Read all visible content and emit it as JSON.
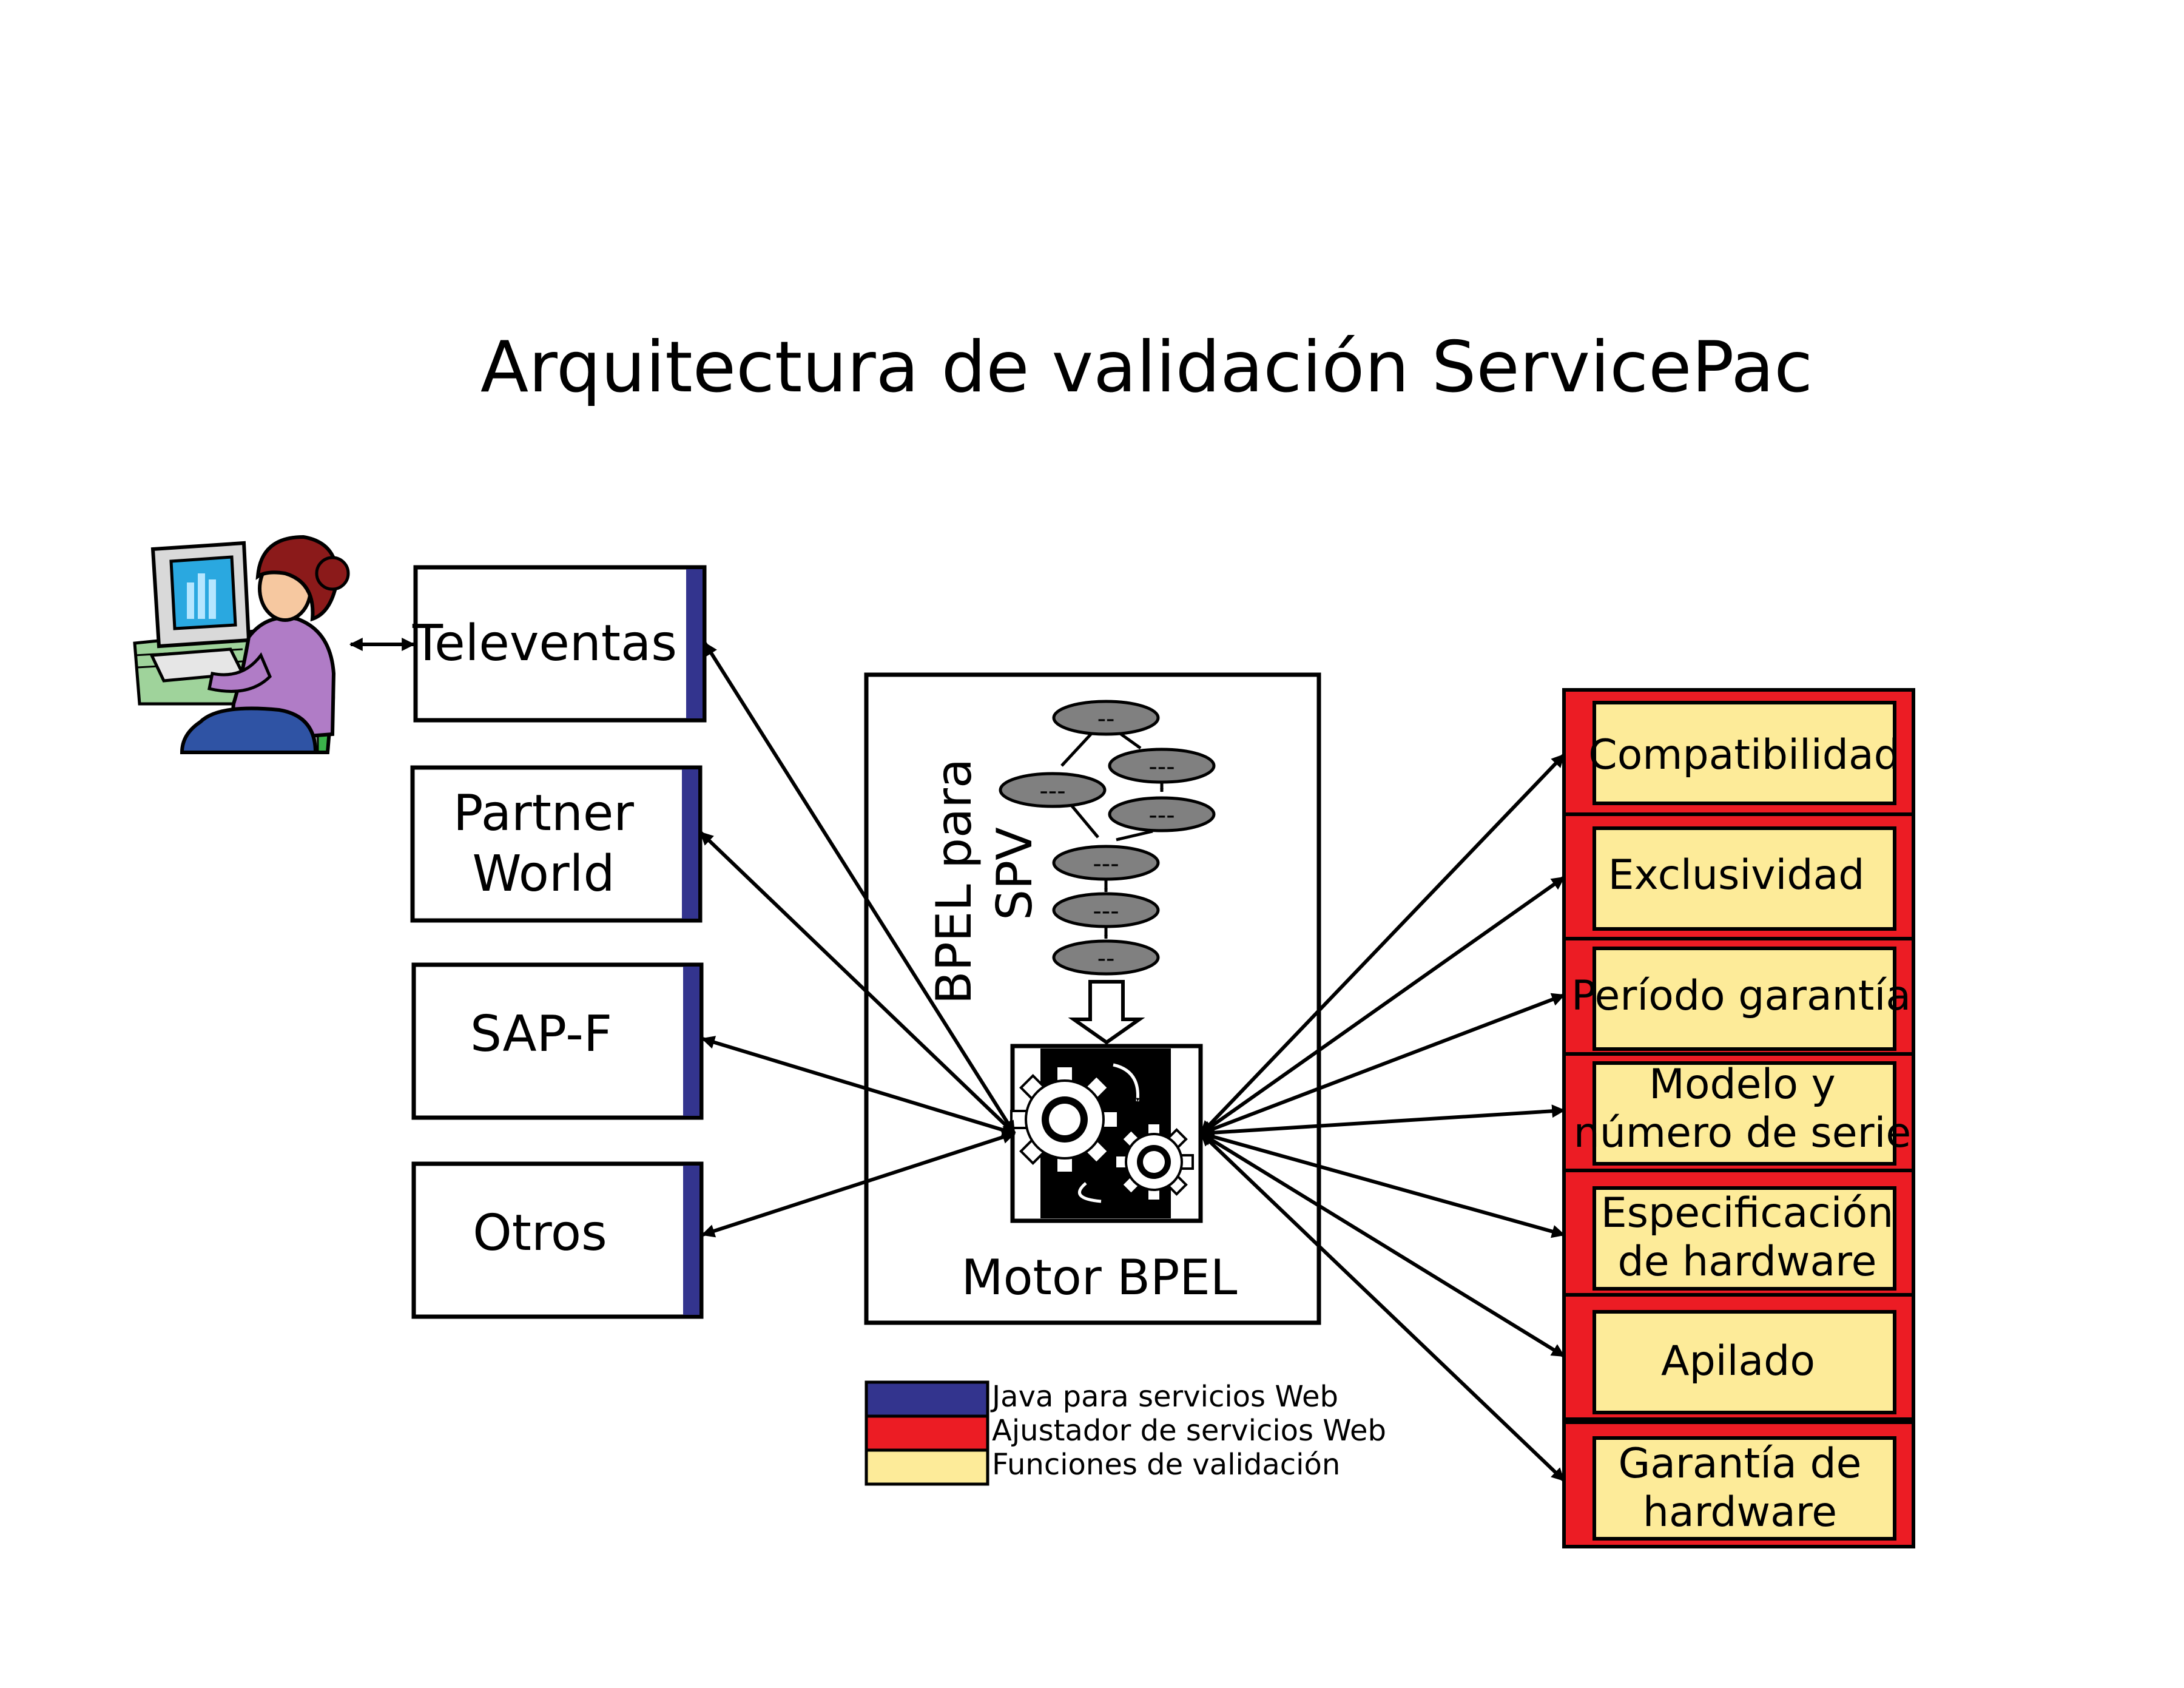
{
  "title": "Arquitectura de validación ServicePac",
  "clients": [
    {
      "label": [
        "Televentas"
      ]
    },
    {
      "label": [
        "Partner",
        "World"
      ]
    },
    {
      "label": [
        "SAP-F"
      ]
    },
    {
      "label": [
        "Otros"
      ]
    }
  ],
  "engine": {
    "process_label": [
      "BPEL para",
      "SPV"
    ],
    "engine_label": "Motor BPEL",
    "flow_nodes": [
      "--",
      "---",
      "---",
      "---",
      "---",
      "---",
      "--"
    ]
  },
  "validation_functions": [
    {
      "label": [
        "Compatibilidad"
      ]
    },
    {
      "label": [
        "Exclusividad"
      ]
    },
    {
      "label": [
        "Período garantía"
      ]
    },
    {
      "label": [
        "Modelo y",
        "número de serie"
      ]
    },
    {
      "label": [
        "Especificación",
        "de hardware"
      ]
    },
    {
      "label": [
        "Apilado"
      ]
    },
    {
      "label": [
        "Garantía de",
        "hardware"
      ]
    }
  ],
  "legend": [
    {
      "label": "Java para servicios Web",
      "color": "#33348e"
    },
    {
      "label": "Ajustador de servicios Web",
      "color": "#ec1c24"
    },
    {
      "label": "Funciones de validación",
      "color": "#fdeb99"
    }
  ],
  "colors": {
    "java_bar": "#33348e",
    "wrapper_red": "#ec1c24",
    "function_fill": "#fdeb99",
    "flow_node_fill": "#808080"
  },
  "icons": [
    "person-at-computer-icon",
    "gears-icon",
    "down-arrow-icon"
  ]
}
